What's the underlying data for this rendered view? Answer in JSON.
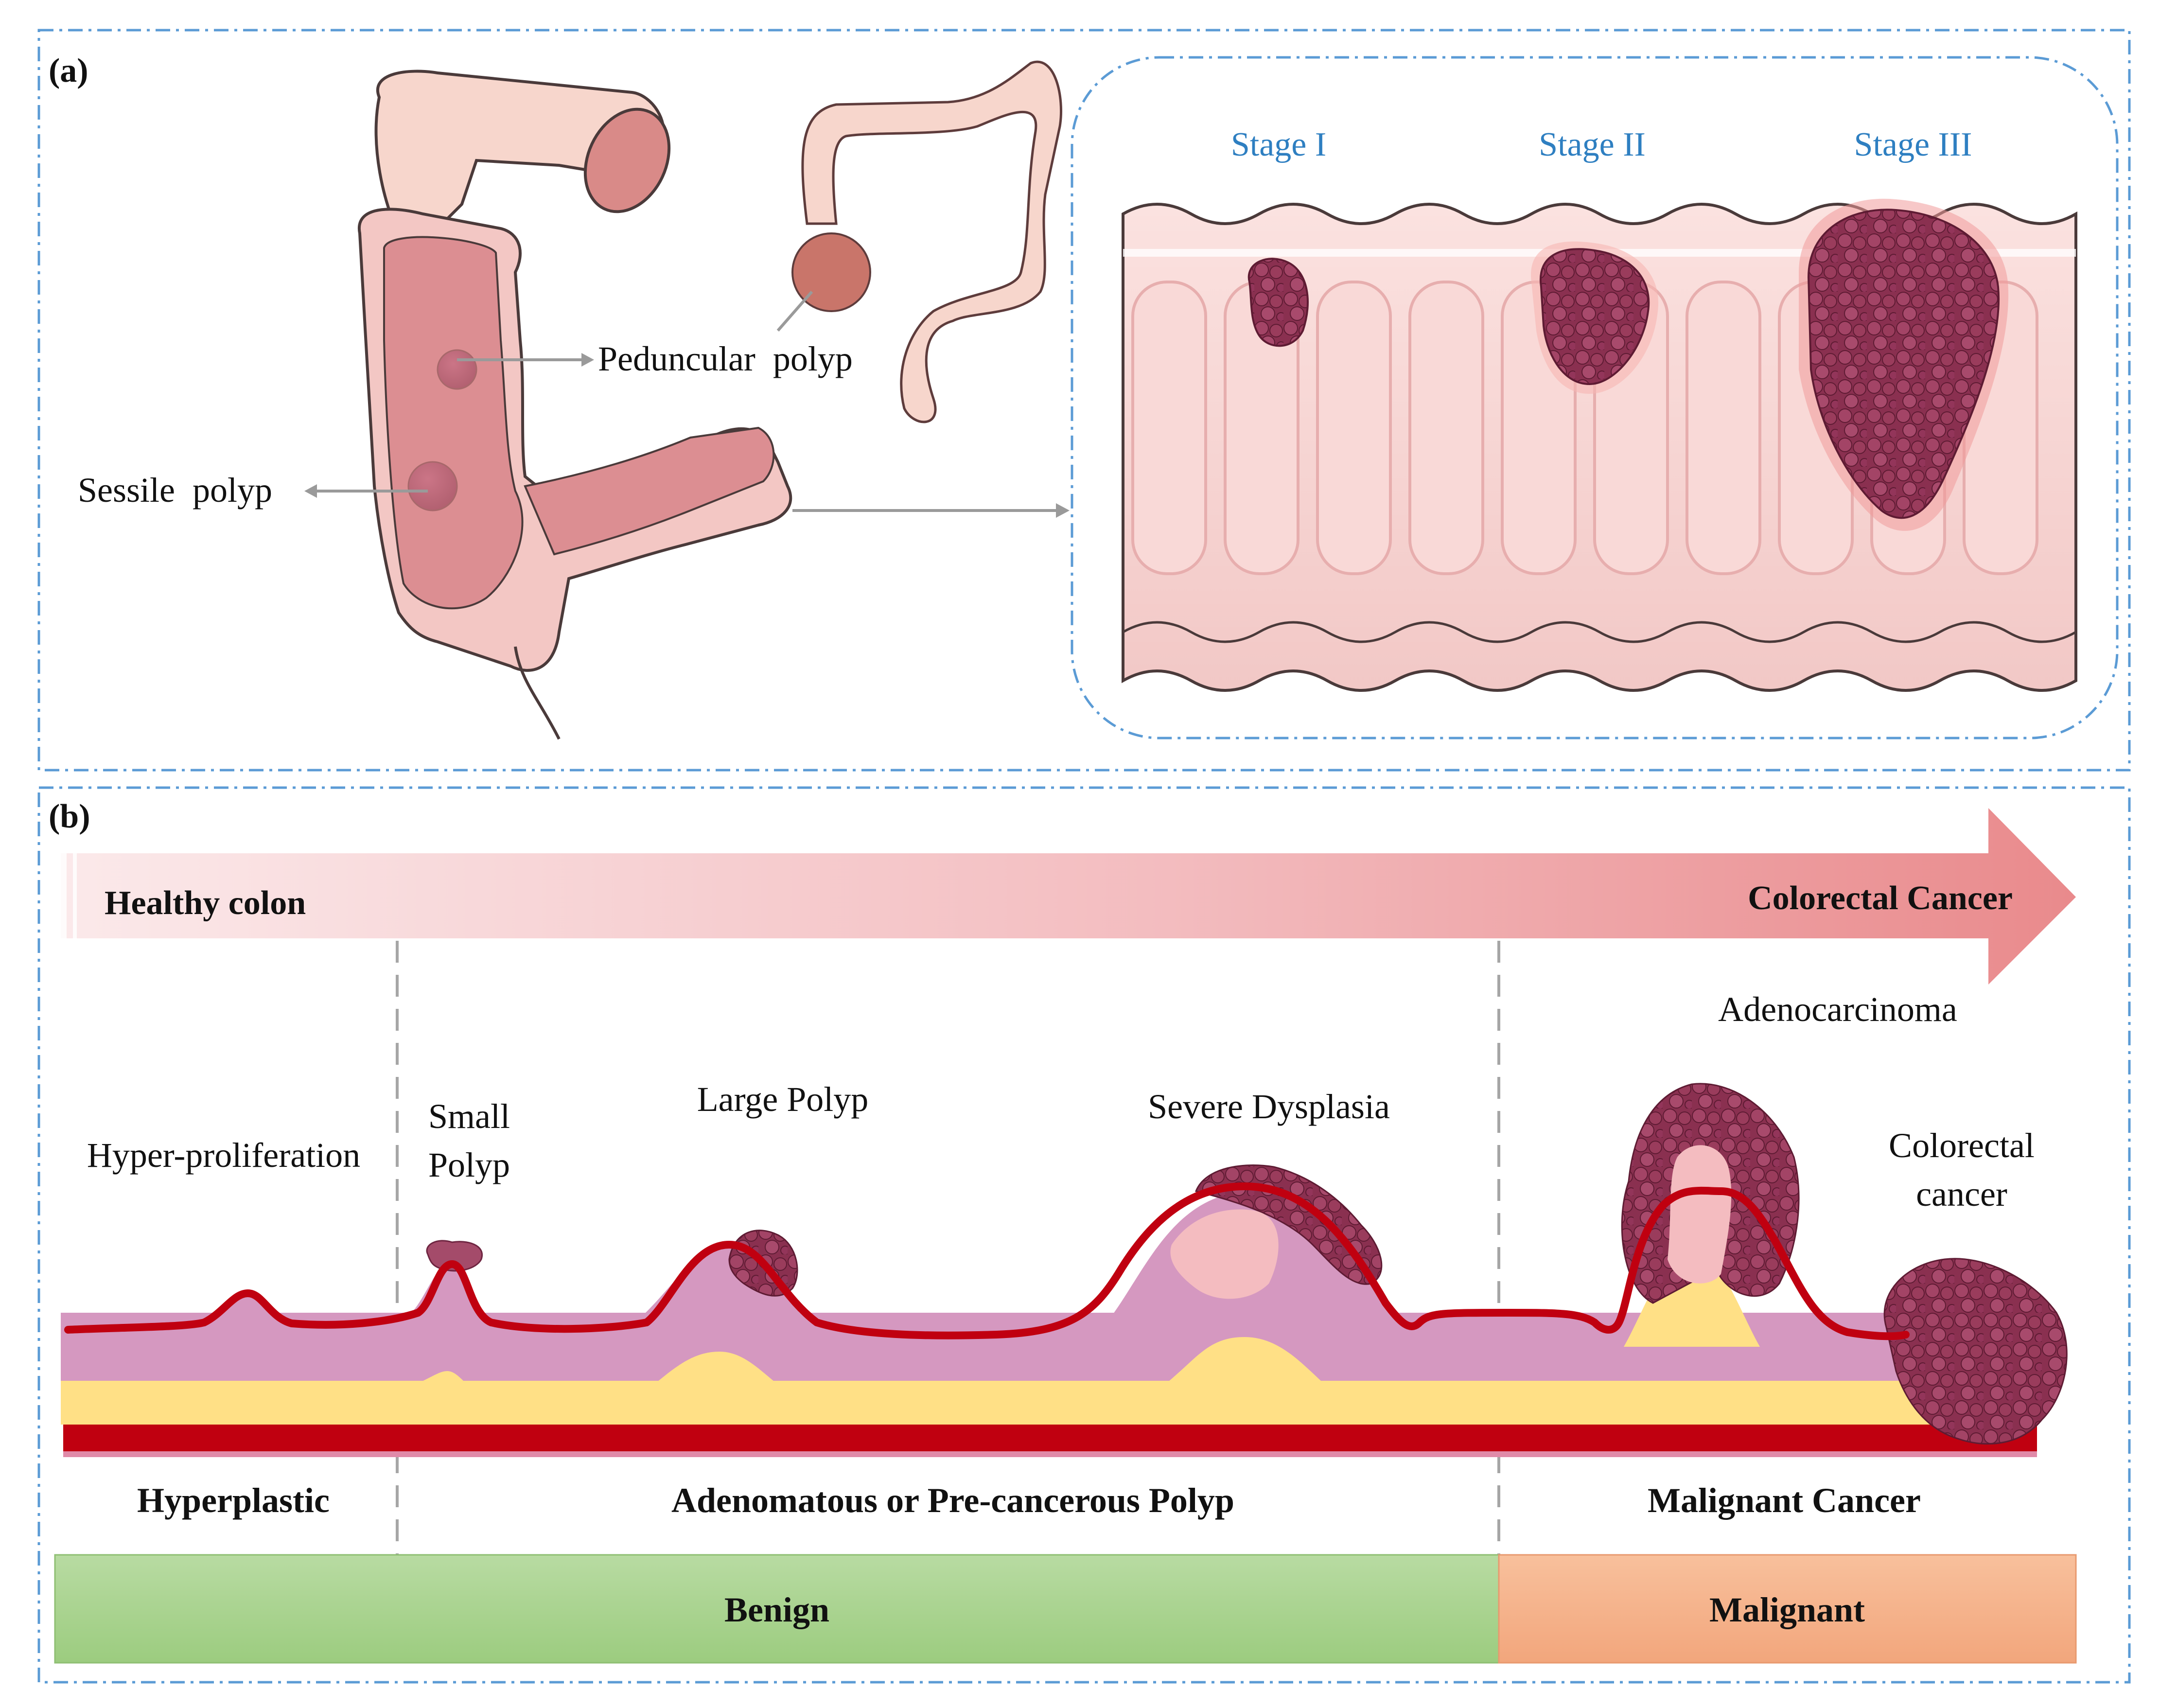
{
  "panel_a": {
    "label": "(a)",
    "polyp_labels": {
      "peduncular": "Peduncular  polyp",
      "sessile": "Sessile  polyp"
    },
    "stages": [
      "Stage I",
      "Stage II",
      "Stage III"
    ]
  },
  "panel_b": {
    "label": "(b)",
    "arrow": {
      "start_label": "Healthy colon",
      "end_label": "Colorectal Cancer"
    },
    "steps": {
      "hyper": "Hyper-proliferation",
      "small_1": "Small",
      "small_2": "Polyp",
      "large": "Large Polyp",
      "severe": "Severe Dysplasia",
      "adeno": "Adenocarcinoma",
      "crc_1": "Colorectal",
      "crc_2": "cancer"
    },
    "categories": {
      "hyperplastic": "Hyperplastic",
      "adenomatous": "Adenomatous or Pre-cancerous Polyp",
      "malignant_cancer": "Malignant Cancer"
    },
    "bars": {
      "benign": "Benign",
      "malignant": "Malignant"
    }
  },
  "colors": {
    "frame": "#5b9bd5",
    "stage_text": "#2e7fc1",
    "benign_bar": "#a9d18e",
    "malignant_bar": "#f4b183",
    "tumor": "#8e3350",
    "muscle_red": "#c00010",
    "mucosa_pink": "#d598c0",
    "submucosa_yellow": "#ffe086",
    "colon_pink": "#f3c7c4"
  }
}
